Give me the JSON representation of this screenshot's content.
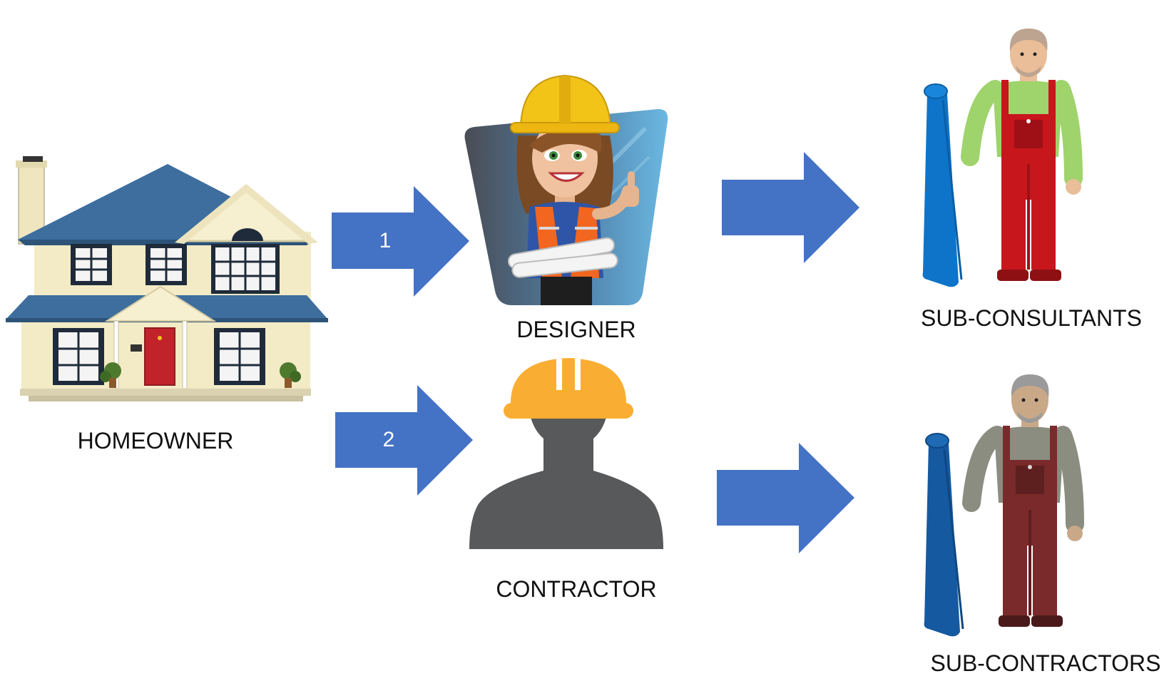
{
  "nodes": {
    "homeowner": {
      "label": "HOMEOWNER",
      "icon": "house-icon"
    },
    "designer": {
      "label": "DESIGNER",
      "icon": "designer-woman-icon"
    },
    "contractor": {
      "label": "CONTRACTOR",
      "icon": "contractor-silhouette-icon"
    },
    "sub_consultants": {
      "label": "SUB-CONSULTANTS",
      "icon": "worker-with-blueprint-icon"
    },
    "sub_contractors": {
      "label": "SUB-CONTRACTORS",
      "icon": "worker-with-blueprint-icon"
    }
  },
  "edges": [
    {
      "from": "homeowner",
      "to": "designer",
      "label": "1"
    },
    {
      "from": "homeowner",
      "to": "contractor",
      "label": "2"
    },
    {
      "from": "designer",
      "to": "sub_consultants",
      "label": ""
    },
    {
      "from": "contractor",
      "to": "sub_contractors",
      "label": ""
    }
  ],
  "colors": {
    "arrow": "#4472C4",
    "roof": "#3D6E9E",
    "wall": "#F3EBC6",
    "hardhat_yellow": "#F2C418",
    "hardhat_orange": "#F9AE33",
    "silhouette": "#58595B",
    "overalls_red": "#C8161D",
    "overalls_maroon": "#7A2A2A",
    "blueprint_blue": "#0E74C9",
    "text": "#111111"
  }
}
